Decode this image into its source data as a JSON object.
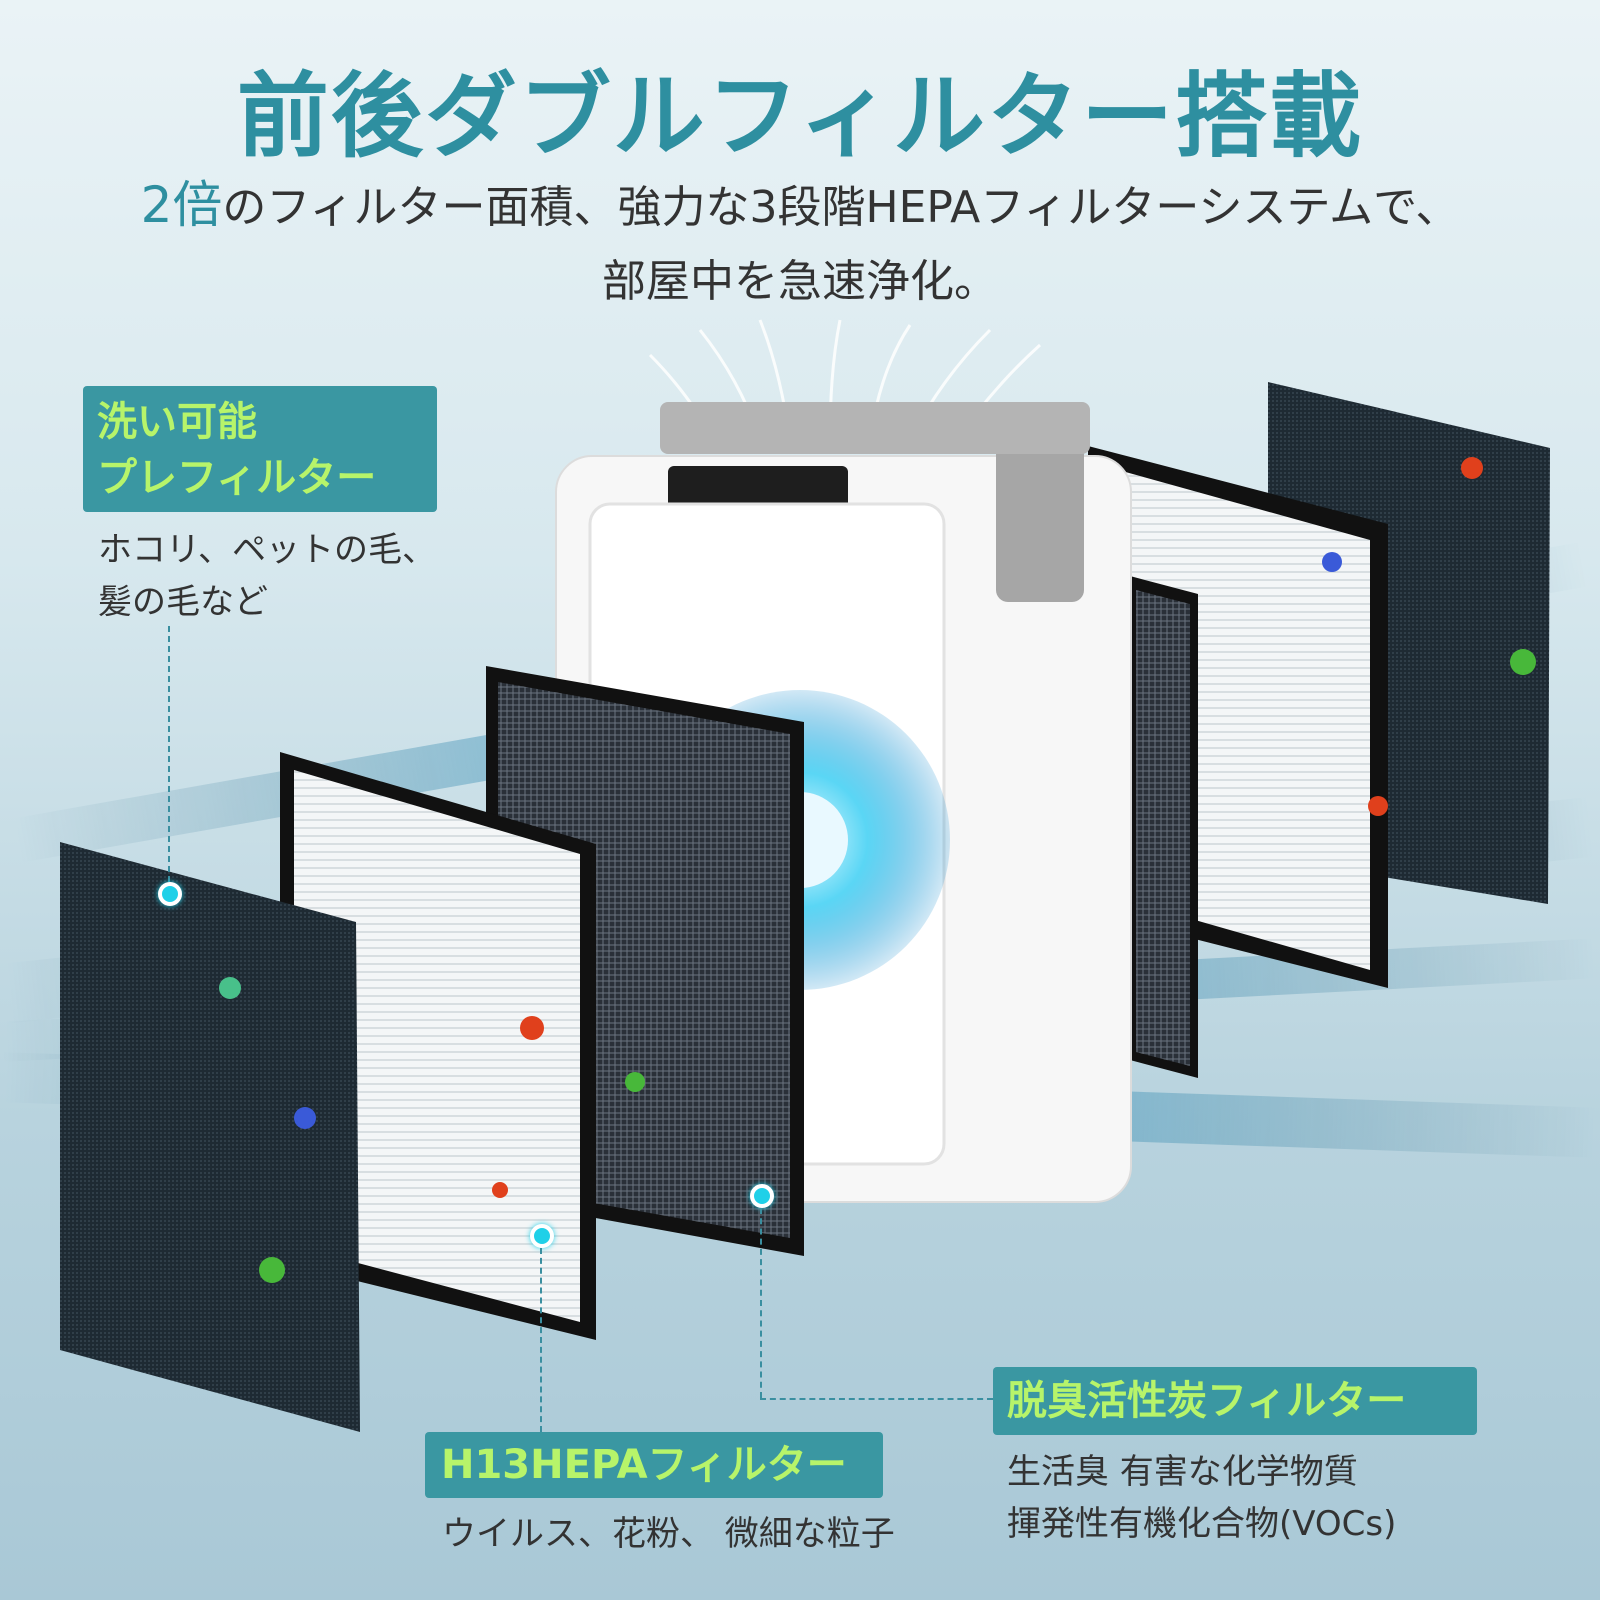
{
  "header": {
    "title": "前後ダブルフィルター搭載",
    "subtitle_highlight": "2倍",
    "subtitle_line1": "のフィルター面積、強力な3段階HEPAフィルターシステムで、",
    "subtitle_line2": "部屋中を急速浄化。"
  },
  "prefilter": {
    "badge_line1": "洗い可能",
    "badge_line2": "プレフィルター",
    "desc_line1": "ホコリ、ペットの毛、",
    "desc_line2": "髪の毛など"
  },
  "hepa": {
    "badge": "H13HEPAフィルター",
    "desc": "ウイルス、花粉、 微細な粒子"
  },
  "carbon": {
    "badge": "脱臭活性炭フィルター",
    "desc_line1": "生活臭 有害な化学物質",
    "desc_line2": "揮発性有機化合物(VOCs)"
  },
  "colors": {
    "title": "#2e8fa0",
    "badge_bg": "#3a97a2",
    "badge_text": "#b7f46a",
    "marker": "#1fd0e8"
  }
}
